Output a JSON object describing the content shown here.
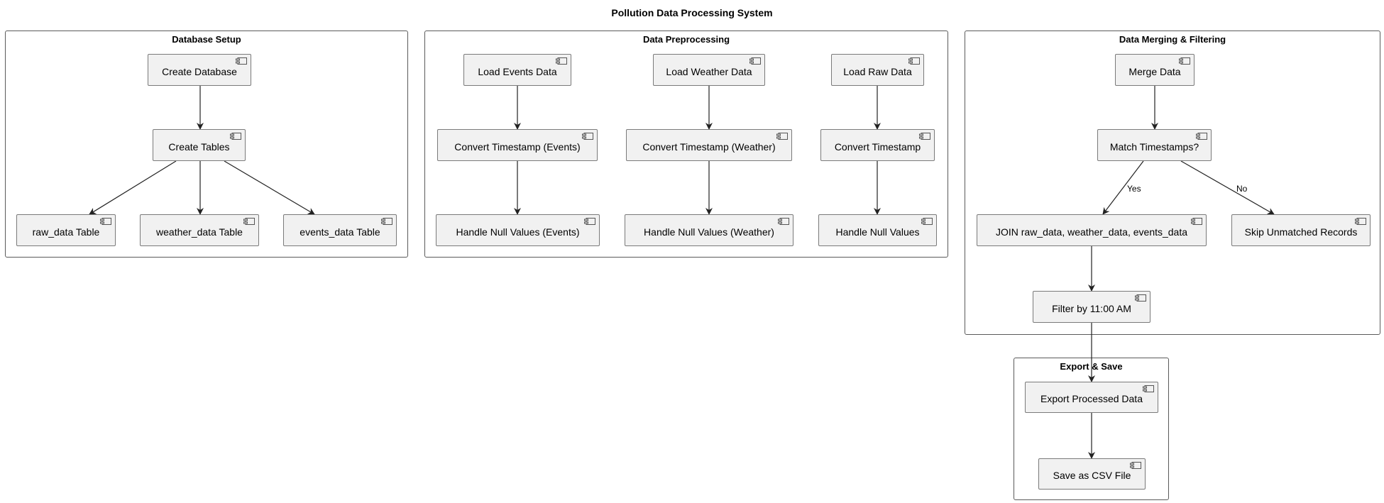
{
  "diagram": {
    "title": "Pollution Data Processing System",
    "packages": {
      "db_setup": "Database Setup",
      "preprocessing": "Data Preprocessing",
      "merging": "Data Merging & Filtering",
      "export": "Export & Save"
    },
    "components": {
      "create_database": "Create Database",
      "create_tables": "Create Tables",
      "raw_data_table": "raw_data Table",
      "weather_data_table": "weather_data Table",
      "events_data_table": "events_data Table",
      "load_events": "Load Events Data",
      "load_weather": "Load Weather Data",
      "load_raw": "Load Raw Data",
      "convert_events": "Convert Timestamp (Events)",
      "convert_weather": "Convert Timestamp (Weather)",
      "convert_raw": "Convert Timestamp",
      "null_events": "Handle Null Values (Events)",
      "null_weather": "Handle Null Values (Weather)",
      "null_raw": "Handle Null Values",
      "merge_data": "Merge Data",
      "match_timestamps": "Match Timestamps?",
      "join": "JOIN raw_data, weather_data, events_data",
      "skip": "Skip Unmatched Records",
      "filter": "Filter by 11:00 AM",
      "export_data": "Export Processed Data",
      "save_csv": "Save as CSV File"
    },
    "edge_labels": {
      "yes": "Yes",
      "no": "No"
    }
  }
}
